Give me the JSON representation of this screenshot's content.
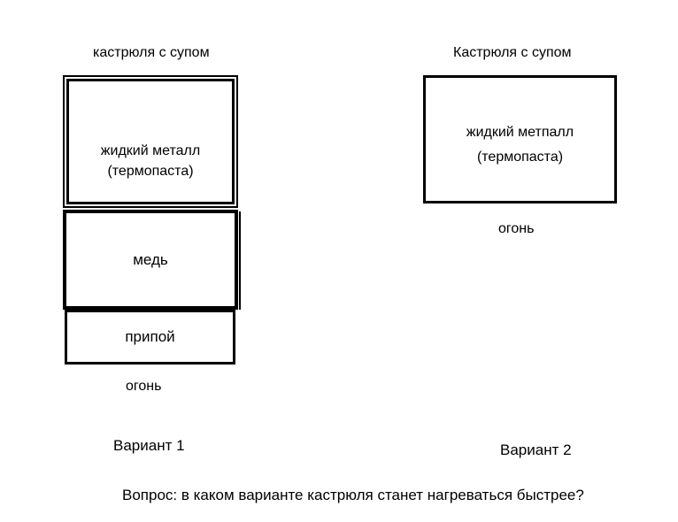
{
  "page": {
    "background_color": "#ffffff",
    "ink_color": "#000000"
  },
  "variant1": {
    "pot_label": "кастрюля с супом",
    "liquid_metal_line1": "жидкий металл",
    "liquid_metal_line2": "(термопаста)",
    "copper_label": "медь",
    "solder_label": "припой",
    "fire_label": "огонь",
    "title": "Вариант 1"
  },
  "variant2": {
    "pot_label": "Кастрюля с супом",
    "liquid_metal_line1": "жидкий метпалл",
    "liquid_metal_line2": "(термопаста)",
    "fire_label": "огонь",
    "title": "Вариант 2"
  },
  "question_text": "Вопрос: в каком варианте кастрюля станет нагреваться быстрее?"
}
